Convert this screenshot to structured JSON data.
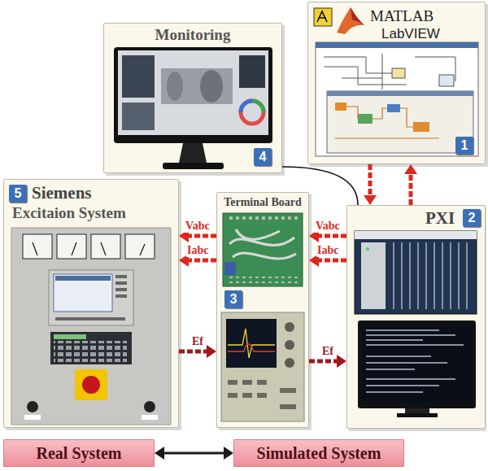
{
  "diagram": {
    "nodes": [
      {
        "text": [
          "MATLAB",
          "LabVIEW"
        ]
      },
      {
        "text": [
          "Monitoring"
        ]
      },
      {
        "text": [
          "Siemens",
          "Excitaion System"
        ]
      },
      {
        "text": [
          "Terminal Board"
        ]
      },
      {
        "text": [
          "PXI"
        ]
      },
      {
        "text": [
          "Real System"
        ]
      },
      {
        "text": [
          "Simulated System"
        ]
      }
    ],
    "edges": [
      {
        "from": 0,
        "to": 4,
        "arrow": "to"
      },
      {
        "from": 4,
        "to": 0,
        "arrow": "to"
      },
      {
        "from": 1,
        "to": 4,
        "arrow": "none"
      },
      {
        "from": 4,
        "to": 3,
        "label": "Vabc",
        "arrow": "to"
      },
      {
        "from": 4,
        "to": 3,
        "label": "Iabc",
        "arrow": "to"
      },
      {
        "from": 3,
        "to": 2,
        "label": "Vabc",
        "arrow": "to"
      },
      {
        "from": 3,
        "to": 2,
        "label": "Iabc",
        "arrow": "to"
      },
      {
        "from": 2,
        "to": 3,
        "label": "Ef",
        "arrow": "to"
      },
      {
        "from": 3,
        "to": 4,
        "label": "Ef",
        "arrow": "to"
      },
      {
        "from": 5,
        "to": 6,
        "arrow": "both"
      }
    ],
    "labels": [
      "1",
      "4",
      "5",
      "3",
      "2"
    ]
  }
}
